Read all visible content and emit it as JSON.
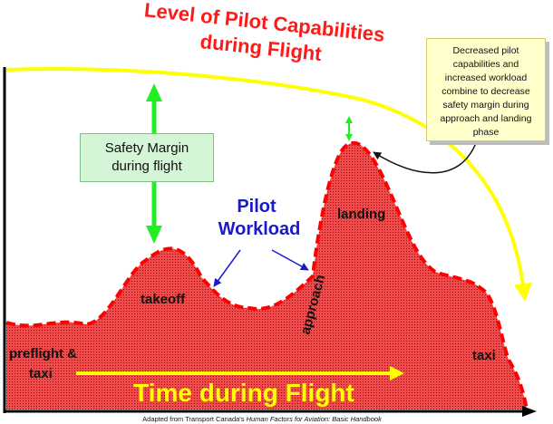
{
  "title": {
    "line1": "Level of Pilot Capabilities",
    "line2": "during Flight"
  },
  "safety_margin": {
    "label": "Safety Margin\nduring flight"
  },
  "workload": {
    "line1": "Pilot",
    "line2": "Workload"
  },
  "phases": {
    "preflight_line1": "preflight &",
    "preflight_line2": "taxi",
    "takeoff": "takeoff",
    "approach": "approach",
    "landing": "landing",
    "taxi": "taxi"
  },
  "note": "Decreased pilot capabilities and increased workload combine to decrease safety margin during approach and landing phase",
  "x_axis_label": "Time during Flight",
  "credit": {
    "prefix": "Adapted from Transport Canada's ",
    "source": "Human Factors for Aviation: Basic Handbook"
  },
  "colors": {
    "capability_curve": "#ffff00",
    "workload_fill": "#f24a4a",
    "workload_outline": "#ff0000",
    "arrows": "#22ee22",
    "pilot_workload_text": "#1a1acc",
    "title_text": "#ff1a1a"
  }
}
